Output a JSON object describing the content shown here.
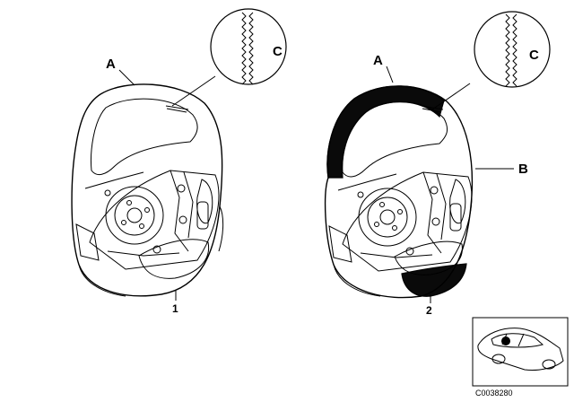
{
  "wheel_1": {
    "callout_a": "A",
    "callout_c": "C",
    "item_number": "1"
  },
  "wheel_2": {
    "callout_a": "A",
    "callout_b": "B",
    "callout_c": "C",
    "item_number": "2"
  },
  "thumbnail": {
    "code": "C0038280"
  },
  "colors": {
    "line": "#000000",
    "leather_dark": "#0a0a0a",
    "background": "#ffffff"
  }
}
